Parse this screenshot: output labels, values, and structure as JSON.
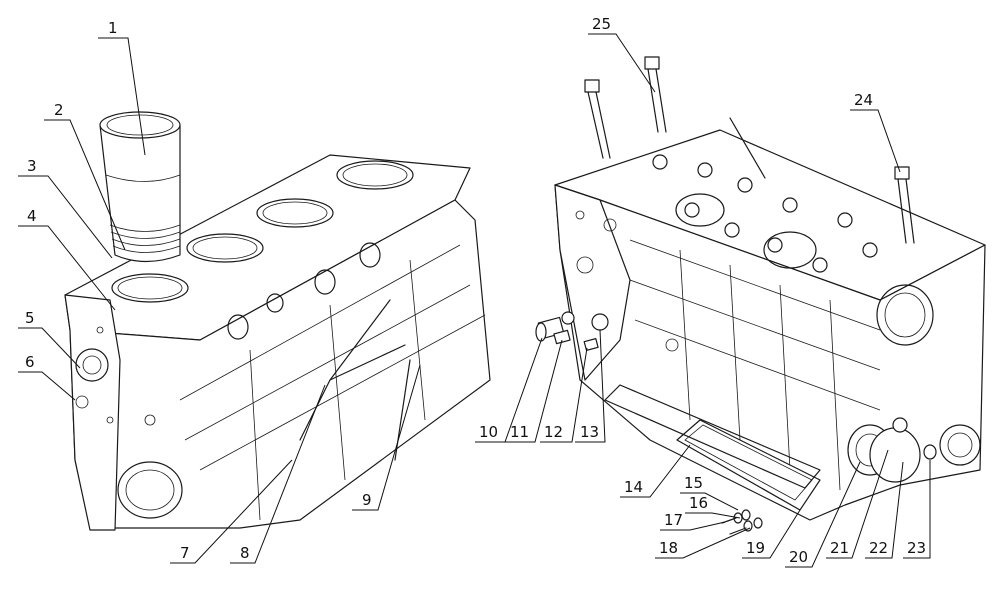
{
  "diagram": {
    "type": "exploded-parts-diagram",
    "watermark": "",
    "callouts": [
      "1",
      "2",
      "3",
      "4",
      "5",
      "6",
      "7",
      "8",
      "9",
      "10",
      "11",
      "12",
      "13",
      "14",
      "15",
      "16",
      "17",
      "18",
      "19",
      "20",
      "21",
      "22",
      "23",
      "24",
      "25"
    ]
  }
}
